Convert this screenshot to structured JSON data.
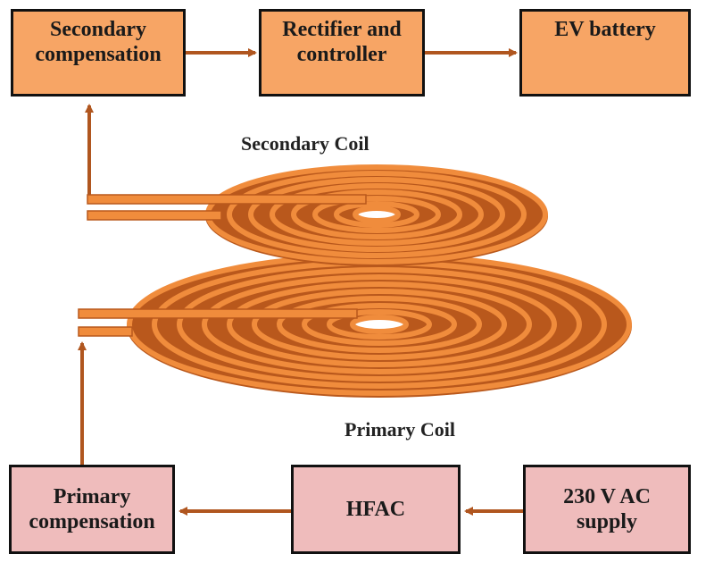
{
  "diagram": {
    "blocks": {
      "secondary_compensation": "Secondary\ncompensation",
      "rectifier_controller": "Rectifier and\ncontroller",
      "ev_battery": "EV battery",
      "primary_compensation": "Primary\ncompensation",
      "hfac": "HFAC",
      "ac_supply": "230 V AC\nsupply"
    },
    "labels": {
      "secondary_coil": "Secondary Coil",
      "primary_coil": "Primary Coil"
    },
    "colors": {
      "top_block_fill": "#f7a565",
      "bottom_block_fill": "#efbcbc",
      "arrow": "#b0561f",
      "coil_copper": "#f08c3c",
      "coil_dark": "#b9581c",
      "border": "#111111"
    }
  }
}
